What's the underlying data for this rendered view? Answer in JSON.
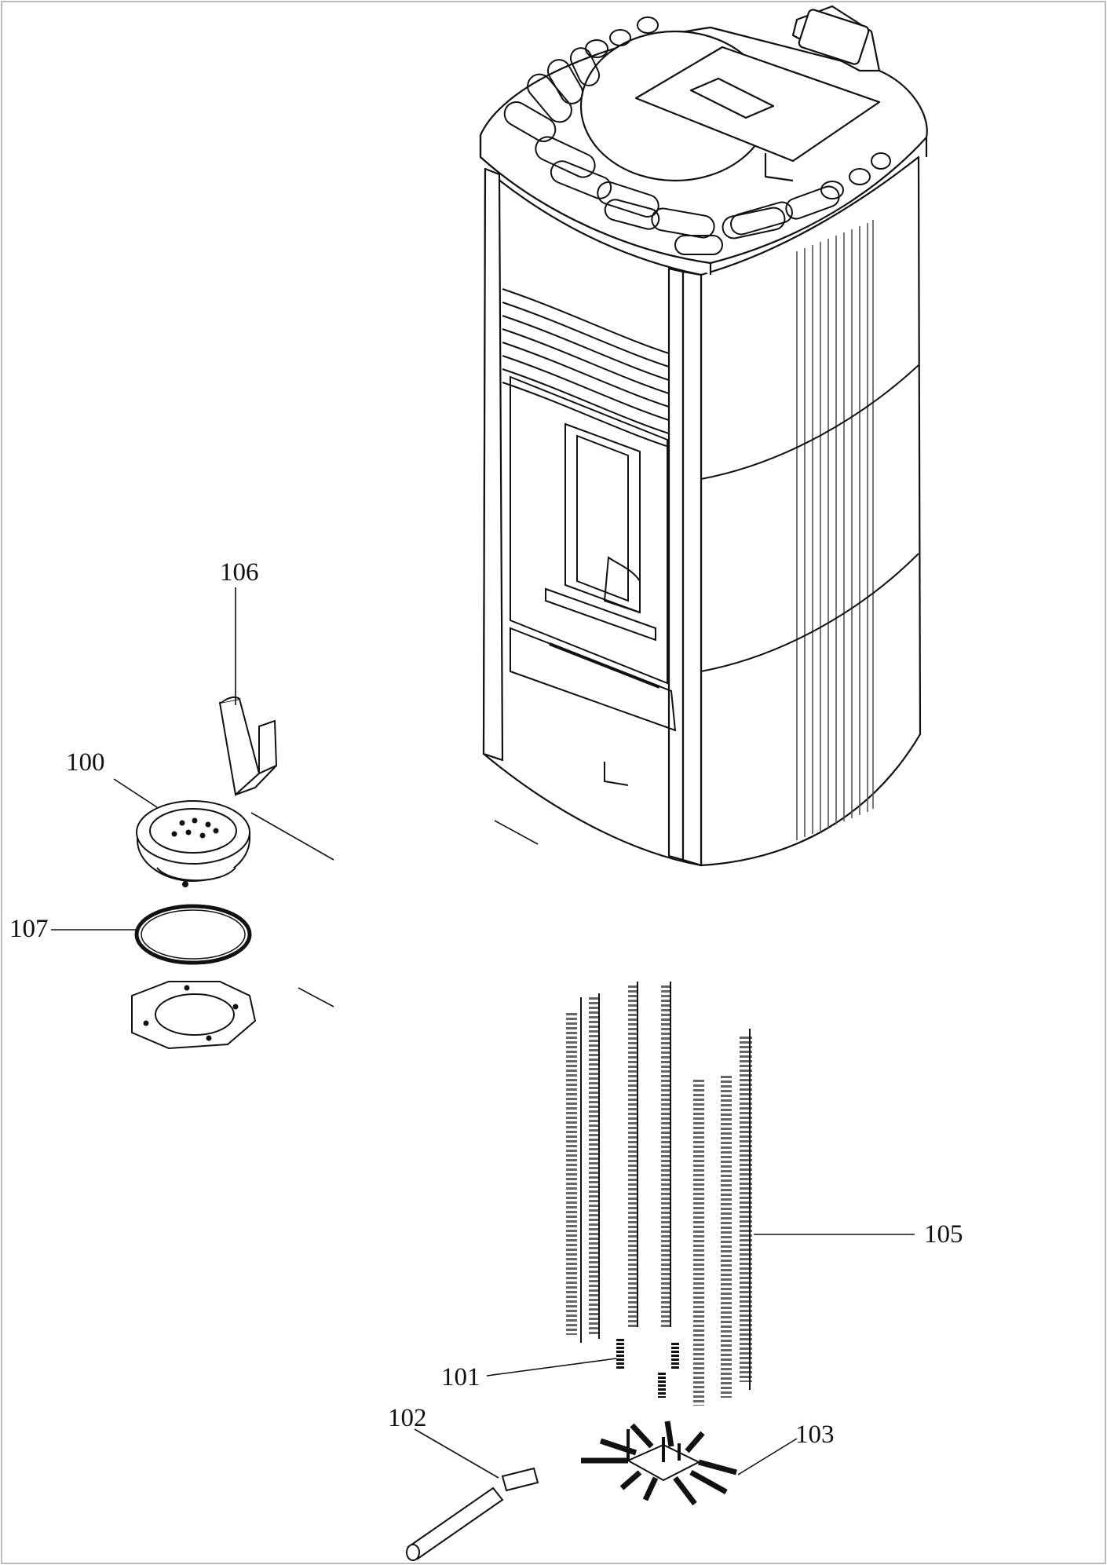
{
  "diagram": {
    "callouts": {
      "c100": "100",
      "c101": "101",
      "c102": "102",
      "c103": "103",
      "c105": "105",
      "c106": "106",
      "c107": "107"
    },
    "colors": {
      "background": "#ffffff",
      "line": "#111111",
      "spring": "#777777"
    }
  }
}
